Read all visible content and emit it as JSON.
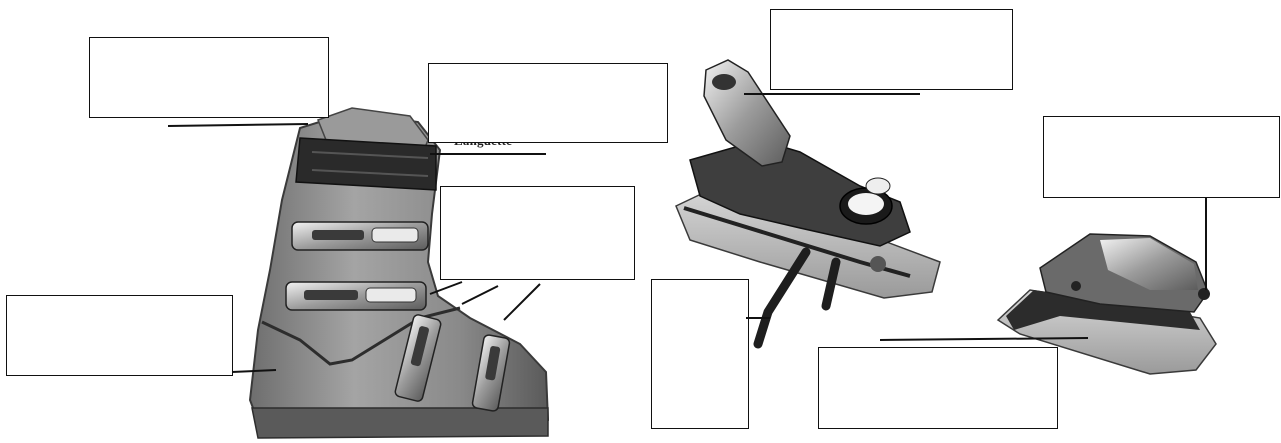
{
  "diagram": {
    "labels": [
      {
        "id": "boot-top-left",
        "text": ""
      },
      {
        "id": "boot-top-right",
        "text": ""
      },
      {
        "id": "boot-buckles",
        "text": ""
      },
      {
        "id": "boot-shell",
        "text": ""
      },
      {
        "id": "binding-top",
        "text": ""
      },
      {
        "id": "binding-brake",
        "text": ""
      },
      {
        "id": "binding-heel-top",
        "text": ""
      },
      {
        "id": "binding-heel-bottom",
        "text": ""
      }
    ],
    "partial_text": "Languette",
    "colors": {
      "line": "#111111",
      "shell": "#8a8a8a",
      "shell_dark": "#4a4a4a",
      "strap": "#2a2a2a",
      "binding_plate": "#b9b9b9"
    },
    "icons": [
      "ski-boot-image",
      "ski-binding-toe-image",
      "ski-binding-heel-image"
    ]
  }
}
